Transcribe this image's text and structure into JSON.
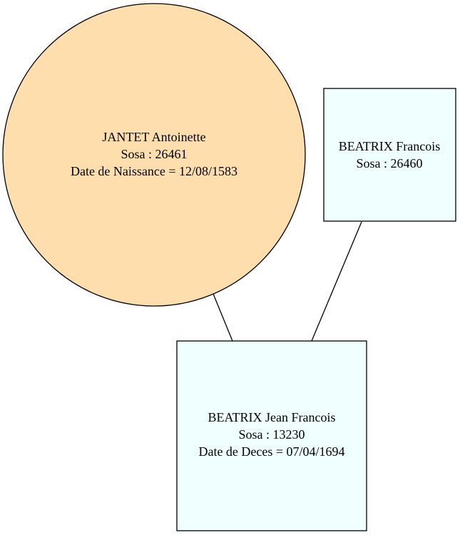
{
  "colors": {
    "female_fill": "#FFDEAD",
    "male_fill": "#F0FFFF",
    "stroke": "#000000"
  },
  "nodes": {
    "mother": {
      "name": "JANTET Antoinette",
      "sosa": "Sosa : 26461",
      "event": "Date de Naissance = 12/08/1583"
    },
    "father": {
      "name": "BEATRIX Francois",
      "sosa": "Sosa : 26460"
    },
    "child": {
      "name": "BEATRIX Jean Francois",
      "sosa": "Sosa : 13230",
      "event": "Date de Deces = 07/04/1694"
    }
  }
}
